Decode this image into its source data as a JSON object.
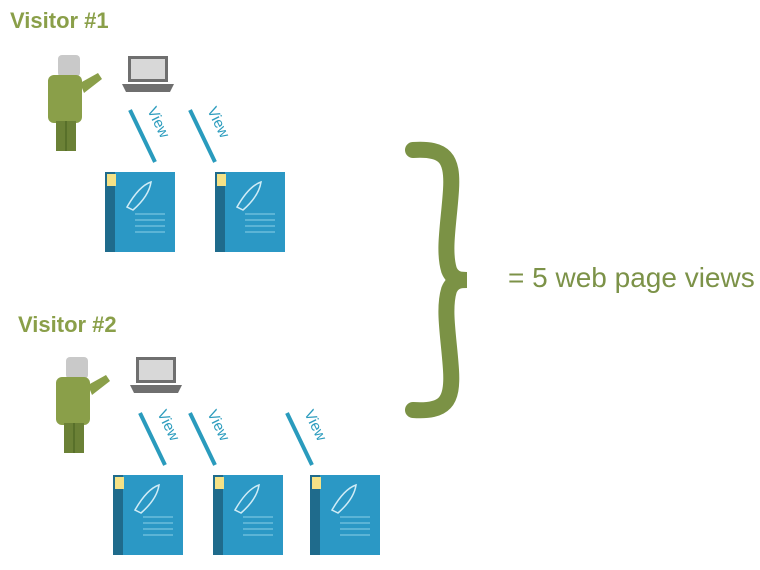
{
  "visitors": [
    {
      "title": "Visitor #1",
      "view_label": "View",
      "page_views": 2
    },
    {
      "title": "Visitor #2",
      "view_label": "View",
      "page_views": 3
    }
  ],
  "summary": {
    "text": "= 5 web page views"
  },
  "colors": {
    "green": "#8a9f49",
    "brace": "#7b9245",
    "blue": "#2a9bbd",
    "page": "#2b98c5",
    "page_spine": "#1f6b8c",
    "tab": "#f5e286",
    "laptop": "#6f6f6f"
  }
}
